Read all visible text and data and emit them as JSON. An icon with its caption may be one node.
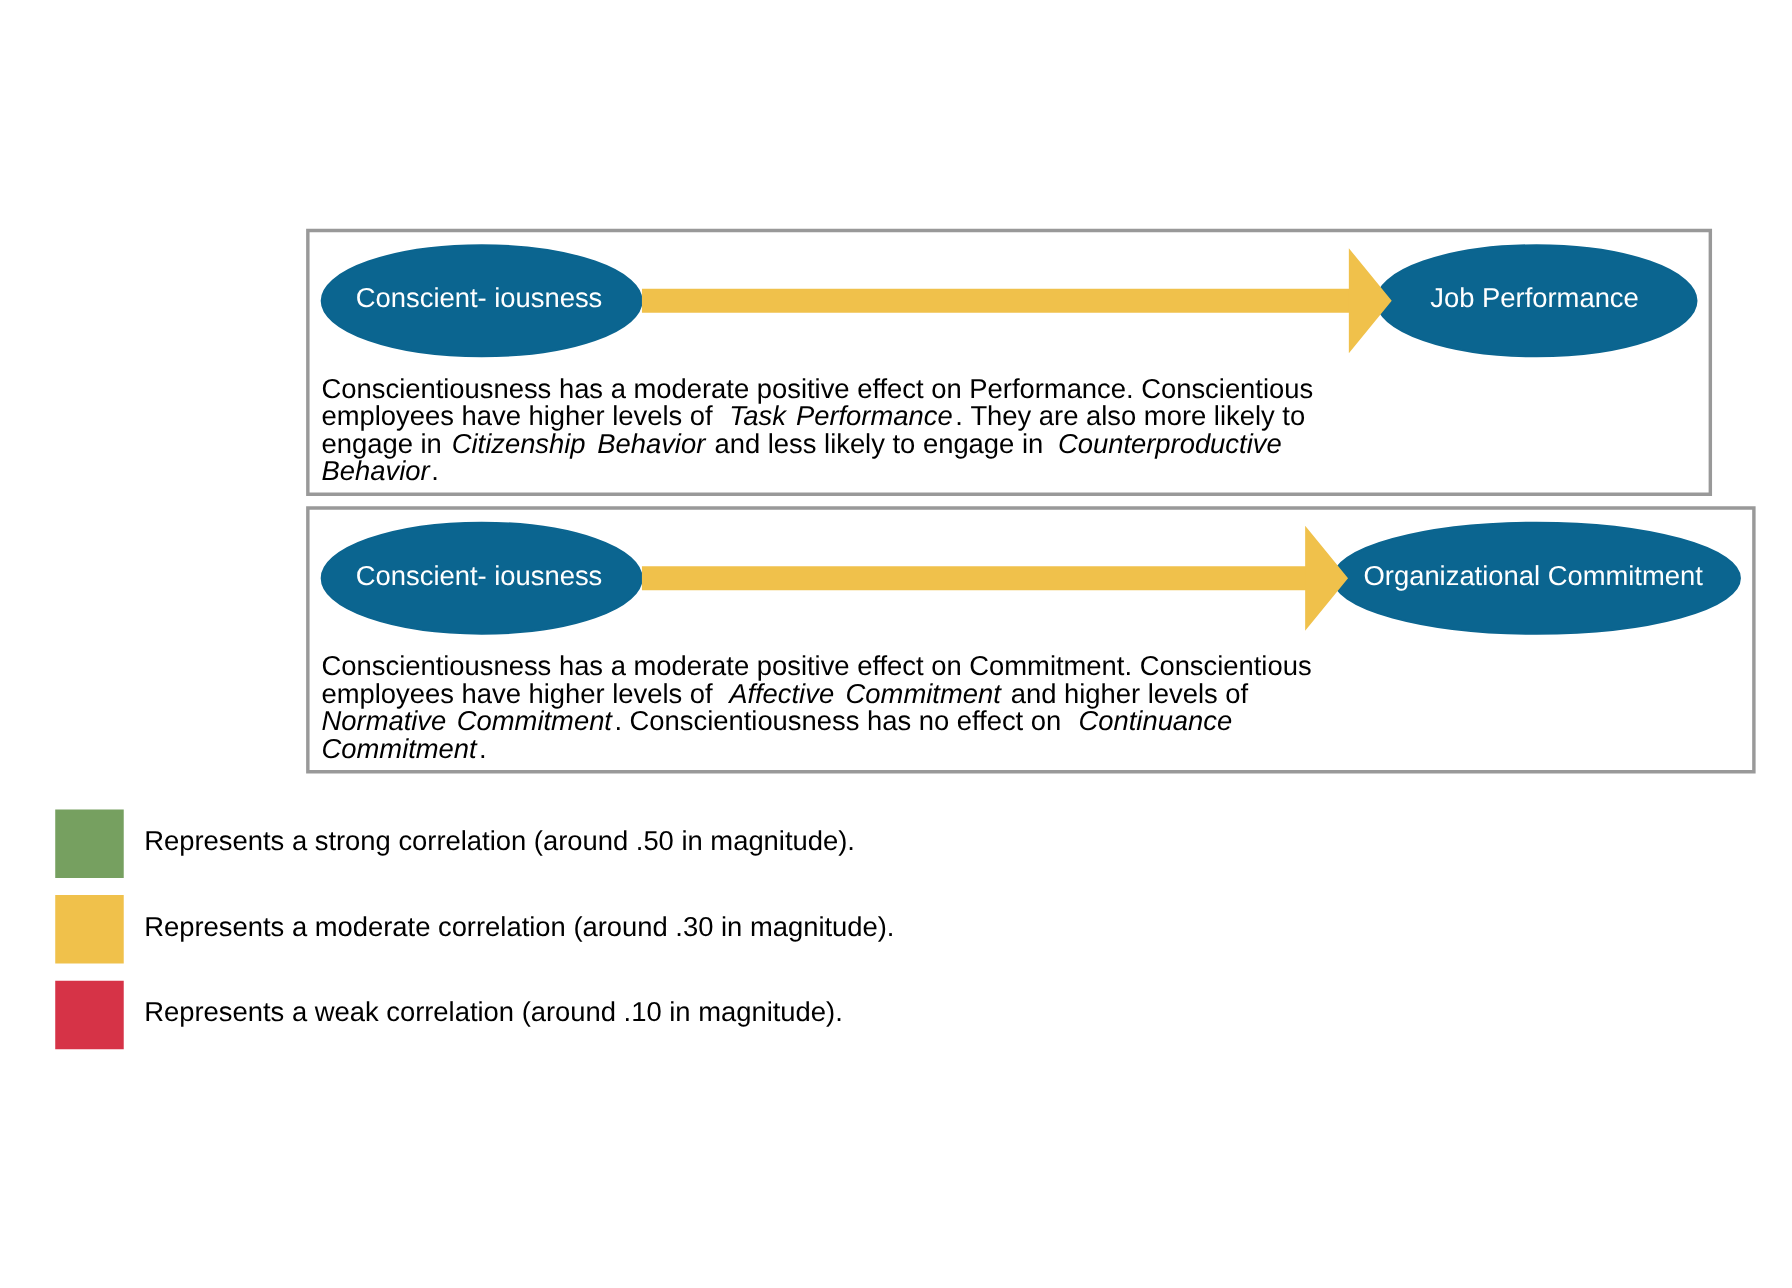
{
  "diagram": {
    "nodes": [
      {
        "text": [
          "Conscientiousness has a moderate positive effect on Performance. Conscientious employees have higher levels of *Task Performance*. They are also more likely to engage in *Citizenship Behavior* and less likely to engage in *Counterproductive Behavior*."
        ]
      },
      {
        "text": [
          "Conscient- iousness"
        ],
        "in": 0
      },
      {
        "text": [
          "Job Performance"
        ],
        "in": 0
      },
      {
        "text": [
          "Conscientiousness has a moderate positive effect on Commitment. Conscientious employees have higher levels of *Affective Commitment* and higher levels of *Normative Commitment*. Conscientiousness has no effect on *Continuance Commitment*."
        ]
      },
      {
        "text": [
          "Conscient- iousness"
        ],
        "in": 3
      },
      {
        "text": [
          "Organizational Commitment"
        ],
        "in": 3
      }
    ],
    "edges": [
      {
        "from": 1,
        "to": 2,
        "arrow": "to"
      },
      {
        "from": 4,
        "to": 5,
        "arrow": "to"
      }
    ],
    "legend": [
      {
        "text": "Represents a strong correlation (around .50 in magnitude).",
        "color": "#76a060"
      },
      {
        "text": "Represents a moderate correlation (around .30 in magnitude).",
        "color": "#f0c14b"
      },
      {
        "text": "Represents a weak correlation (around .10 in magnitude).",
        "color": "#d63347"
      }
    ]
  }
}
